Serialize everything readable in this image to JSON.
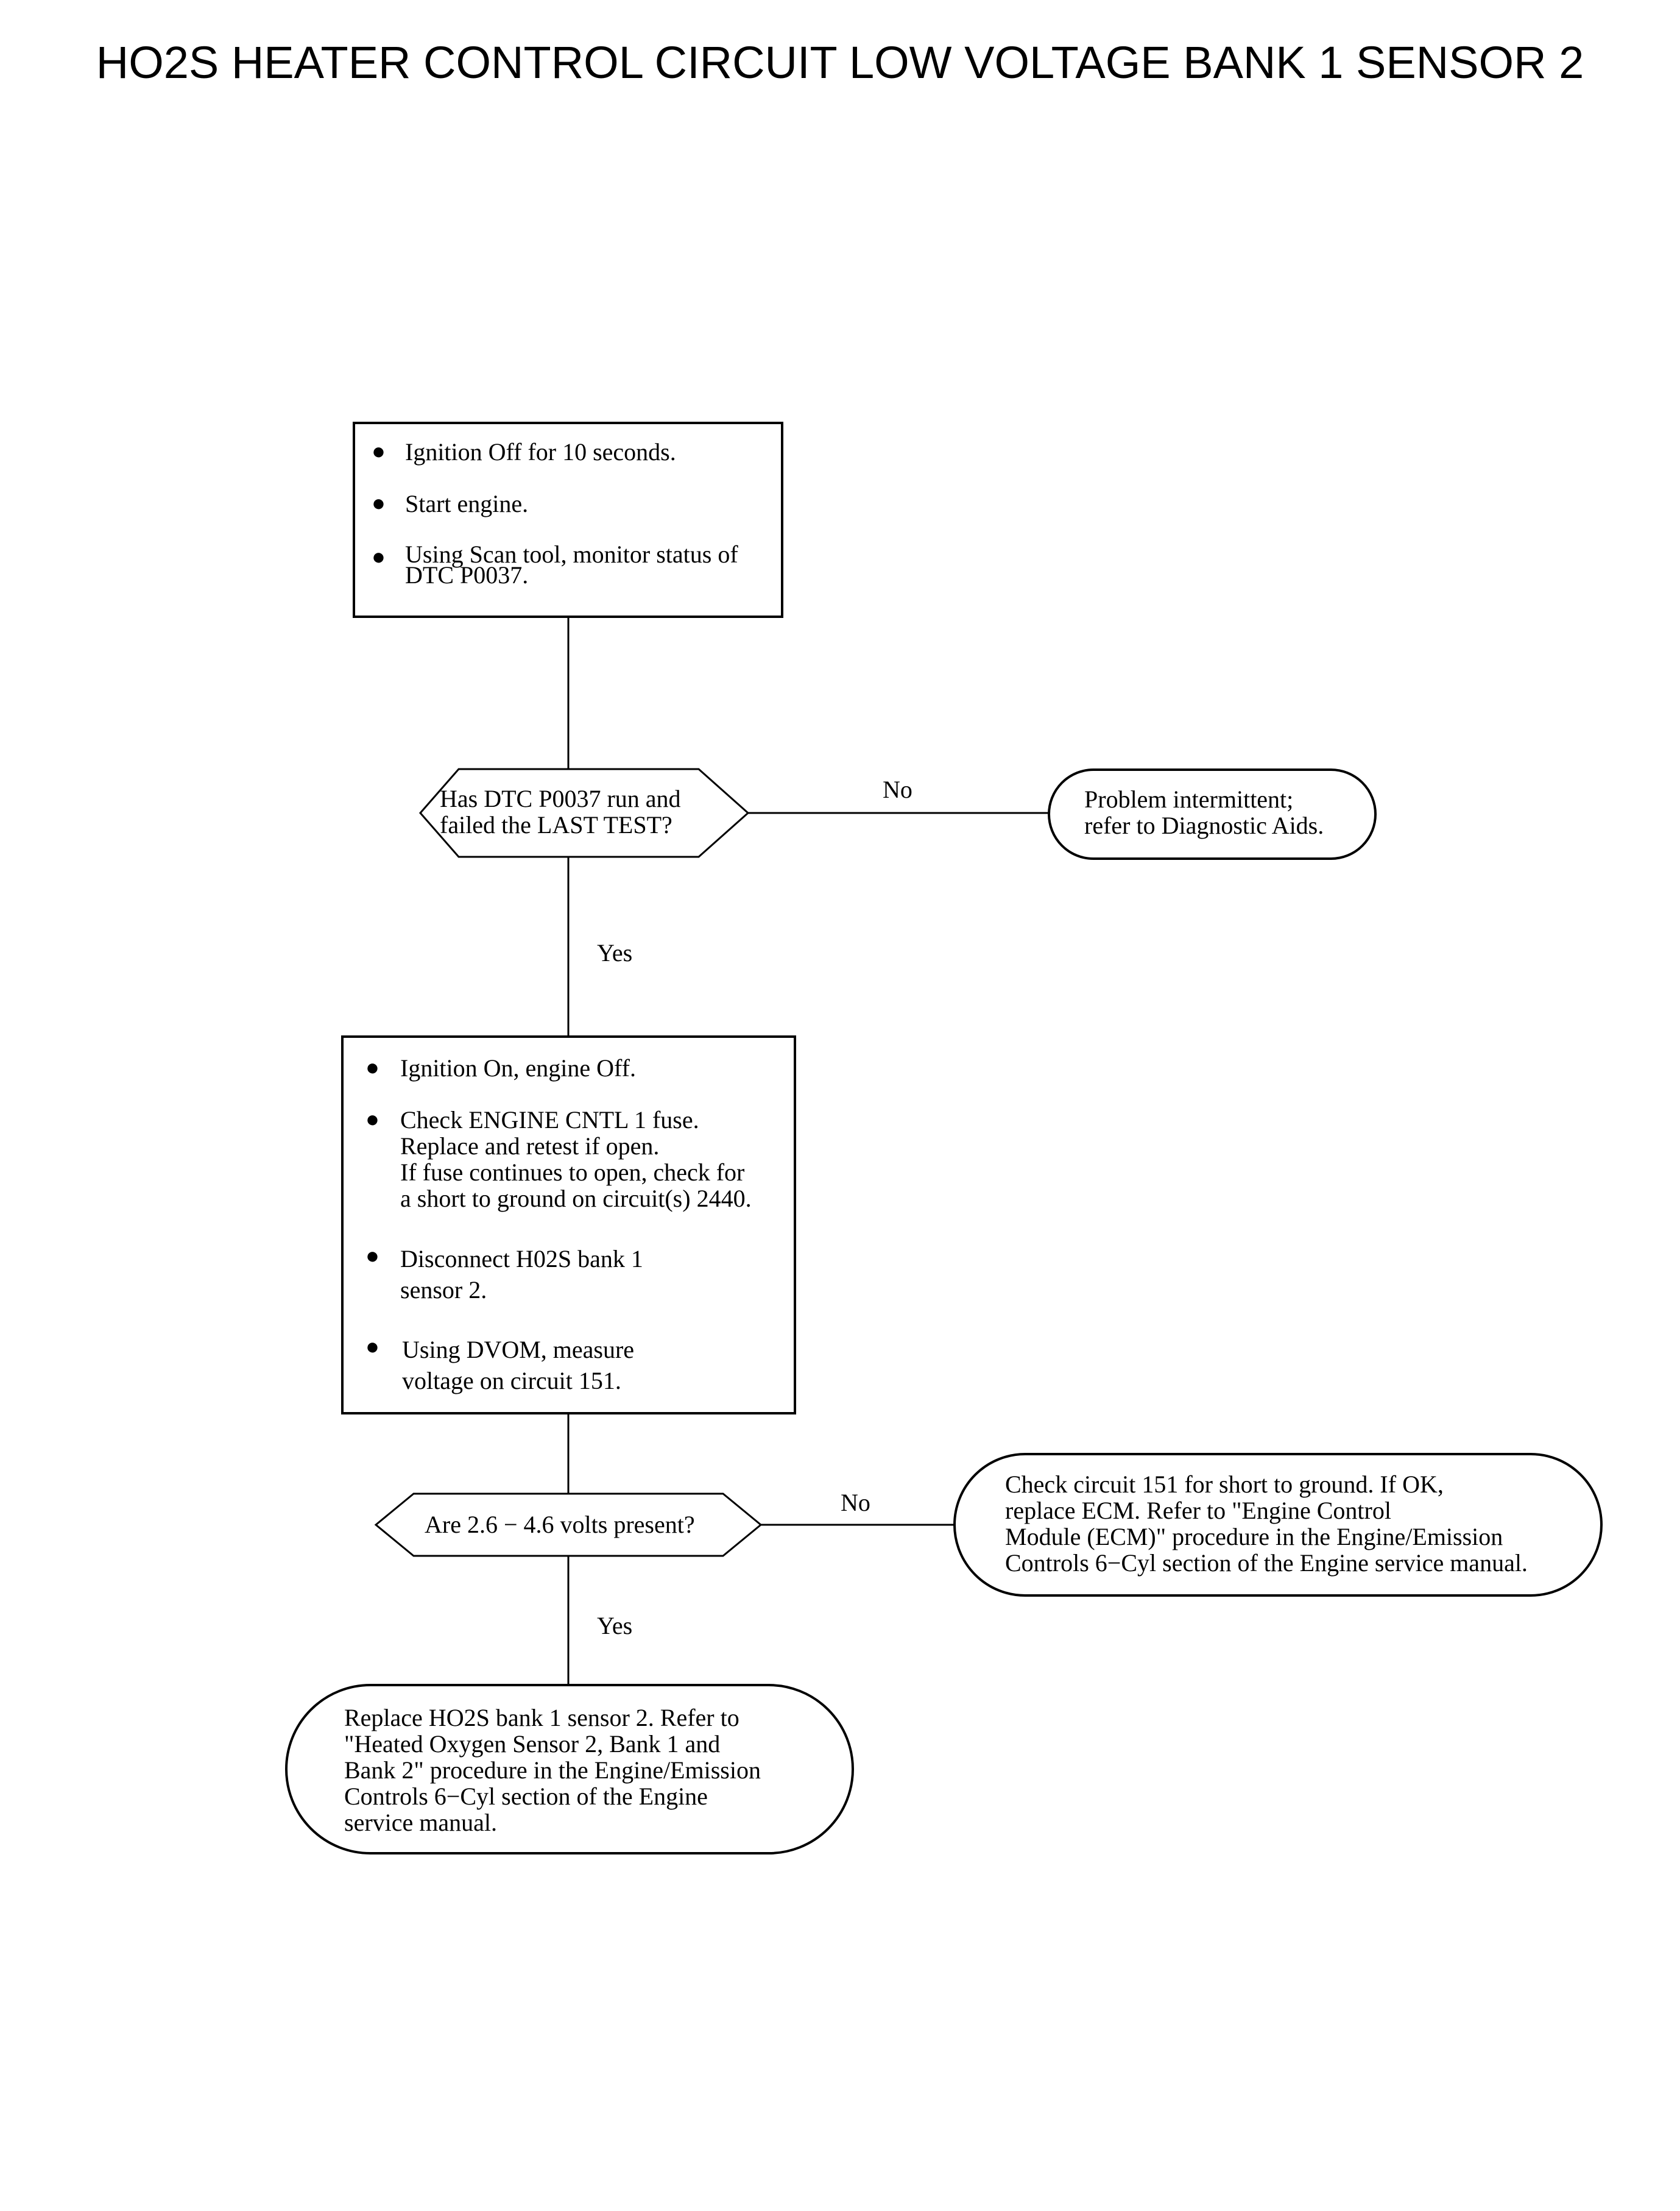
{
  "title": "HO2S HEATER CONTROL CIRCUIT LOW VOLTAGE BANK 1 SENSOR 2",
  "step1": {
    "items": [
      "Ignition Off for 10 seconds.",
      "Start engine.",
      "Using Scan tool, monitor status of\nDTC P0037."
    ]
  },
  "decision1": {
    "text": "Has DTC P0037 run and\nfailed the LAST TEST?",
    "no_label": "No",
    "yes_label": "Yes"
  },
  "result_intermittent": {
    "text": "Problem intermittent;\nrefer to Diagnostic Aids."
  },
  "step2": {
    "items": [
      "Ignition On, engine Off.",
      "Check ENGINE CNTL 1 fuse.\nReplace and retest if open.\nIf fuse continues to open, check for\na short to ground on circuit(s) 2440.",
      "Disconnect H02S bank 1\nsensor 2.",
      "Using DVOM, measure\nvoltage on circuit 151."
    ]
  },
  "decision2": {
    "text": "Are 2.6 − 4.6 volts present?",
    "no_label": "No",
    "yes_label": "Yes"
  },
  "result_check_circuit": {
    "text": "Check circuit 151 for short to ground. If OK,\nreplace ECM. Refer to \"Engine Control\nModule (ECM)\" procedure in the Engine/Emission\nControls 6−Cyl section of the Engine service manual."
  },
  "result_replace_sensor": {
    "text": "Replace HO2S bank 1 sensor 2. Refer to\n\"Heated Oxygen Sensor 2, Bank 1 and\nBank 2\" procedure in the Engine/Emission\nControls 6−Cyl section of the Engine\nservice manual."
  }
}
